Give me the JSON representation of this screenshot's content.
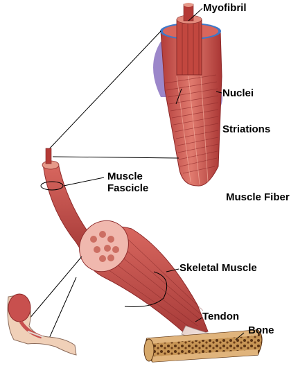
{
  "labels": {
    "myofibril": "Myofibril",
    "nuclei": "Nuclei",
    "striations": "Striations",
    "muscle_fascicle_line1": "Muscle",
    "muscle_fascicle_line2": "Fascicle",
    "muscle_fiber": "Muscle Fiber",
    "skeletal_muscle": "Skeletal Muscle",
    "tendon": "Tendon",
    "bone": "Bone"
  },
  "colors": {
    "muscle": "#c8504e",
    "muscle_dark": "#8e2a2a",
    "muscle_light": "#e69a8a",
    "nuclei": "#7b5fb8",
    "tendon": "#efe6e2",
    "bone": "#d6a86a",
    "bone_dark": "#5a3314",
    "skin": "#f0d0b8",
    "line": "#000000"
  }
}
